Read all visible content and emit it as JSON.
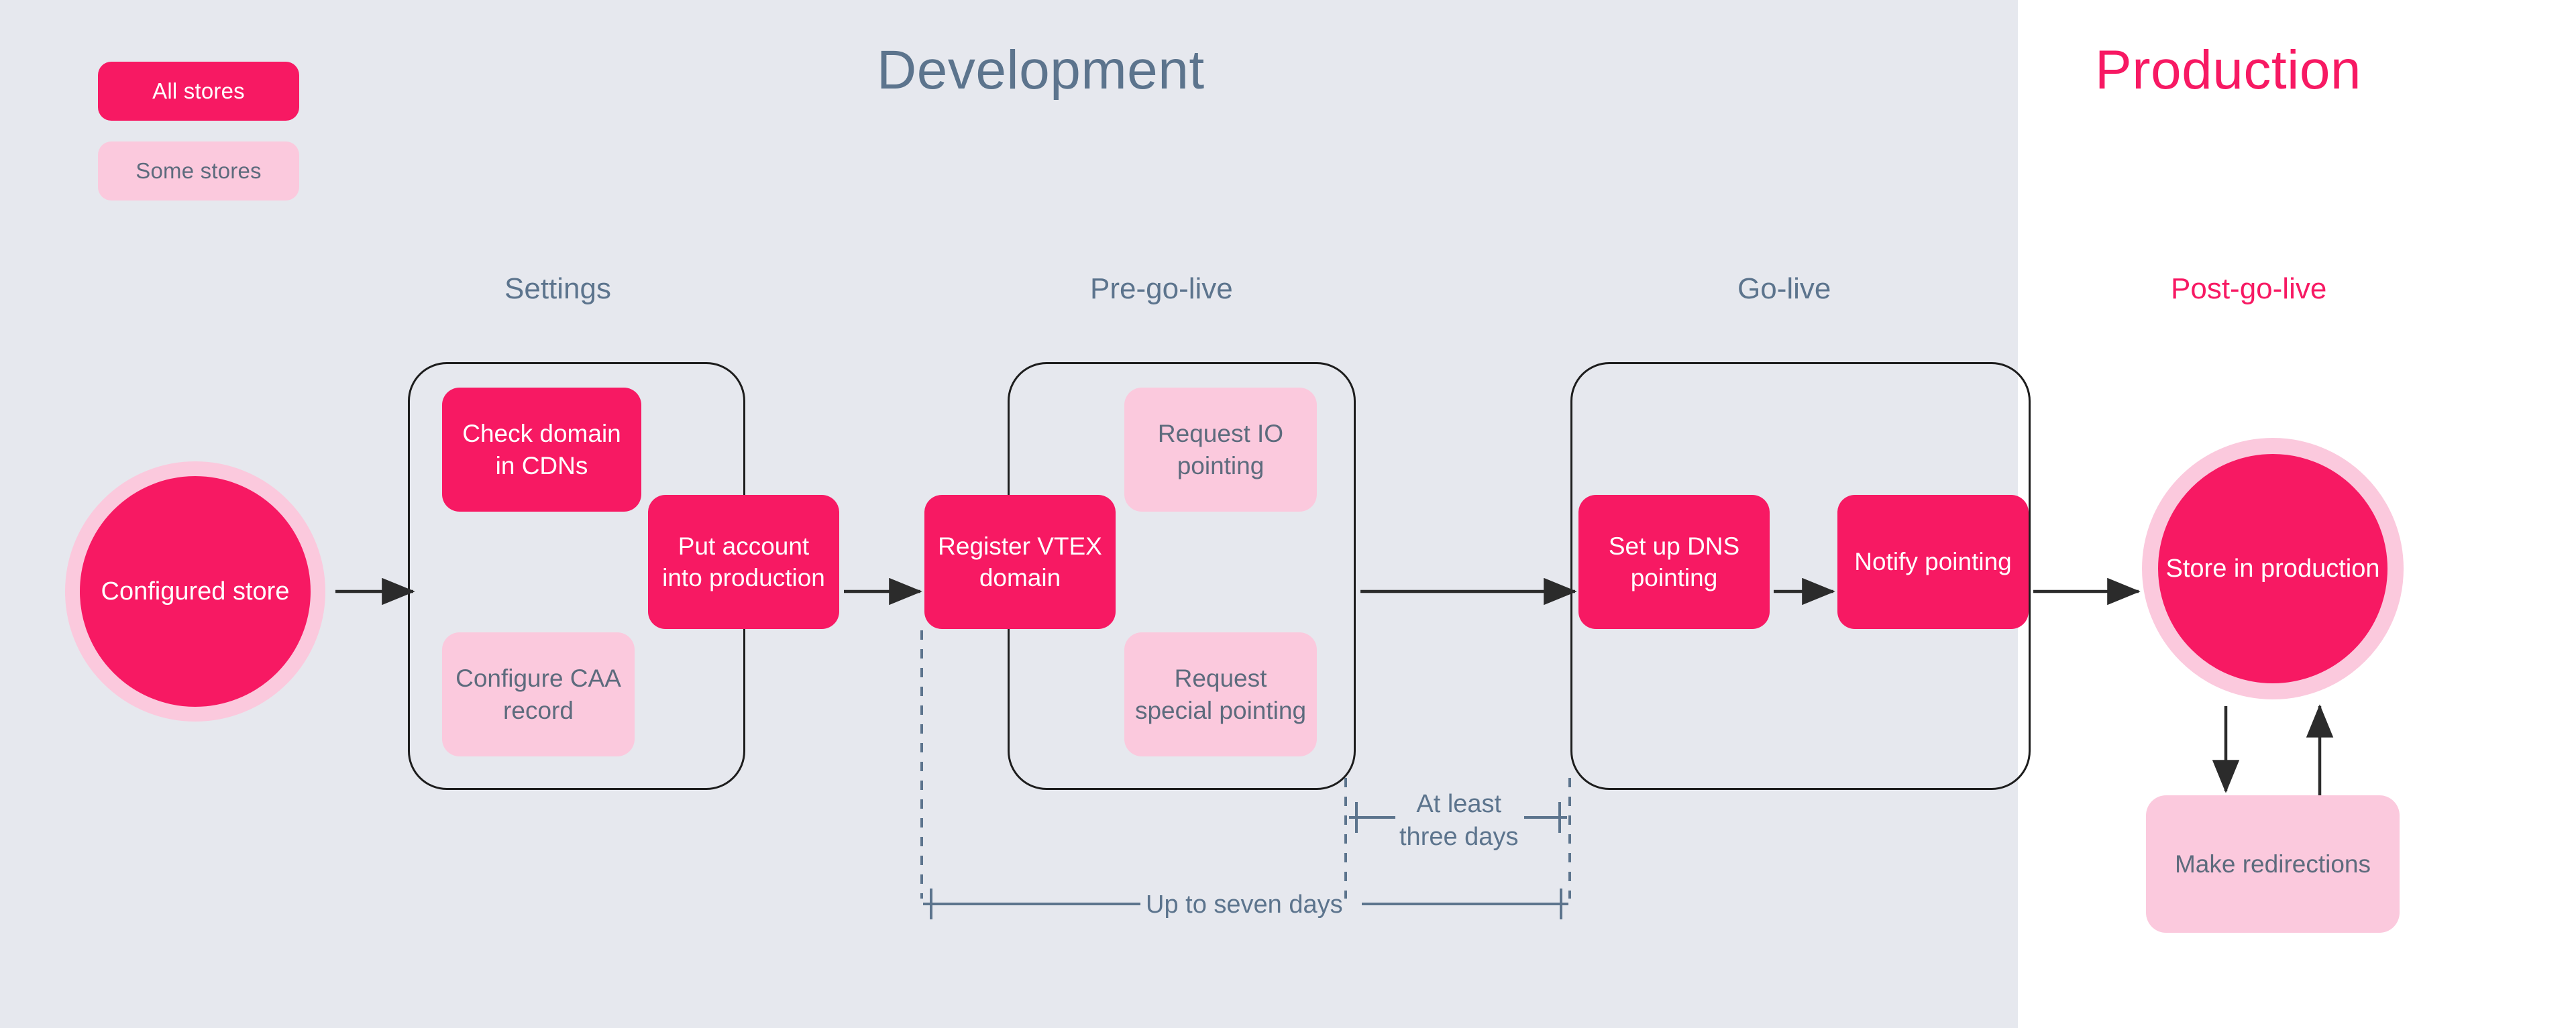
{
  "background": {
    "development_fill": "#e6e8ee",
    "production_fill": "#ffffff"
  },
  "colors": {
    "pink": "#f71963",
    "light_pink": "#fbc9dd",
    "slate": "#5c748d",
    "muted_text": "#5d6b7d",
    "outline": "#1d1d1d"
  },
  "legend": {
    "items": [
      {
        "label": "All stores",
        "style": "pink"
      },
      {
        "label": "Some stores",
        "style": "light-pink"
      }
    ]
  },
  "phases": {
    "development": "Development",
    "production": "Production"
  },
  "stages": [
    {
      "label": "Settings"
    },
    {
      "label": "Pre-go-live"
    },
    {
      "label": "Go-live"
    },
    {
      "label": "Post-go-live"
    }
  ],
  "nodes": {
    "configured_store": "Configured store",
    "check_domain": "Check domain in CDNs",
    "configure_caa": "Configure CAA record",
    "put_account": "Put account into production",
    "register_vtex": "Register VTEX domain",
    "request_io": "Request IO pointing",
    "request_special": "Request special pointing",
    "setup_dns": "Set up DNS pointing",
    "notify_pointing": "Notify pointing",
    "store_in_production": "Store in production",
    "make_redirections": "Make redirections"
  },
  "annotations": {
    "at_least_three_days_line1": "At least",
    "at_least_three_days_line2": "three days",
    "up_to_seven_days": "Up to seven days"
  }
}
